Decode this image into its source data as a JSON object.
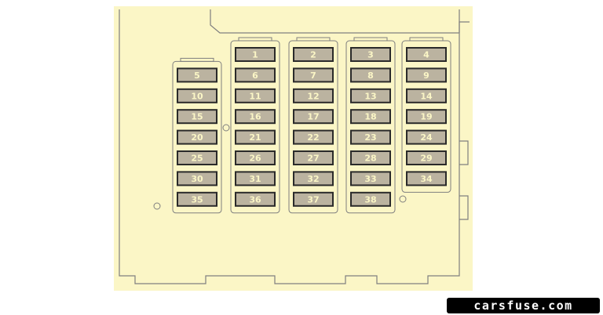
{
  "diagram": {
    "title": "",
    "background_color": "#fbf6c6",
    "line_color": "#7f7f7f",
    "fuse_fill_color": "#bbb3a0",
    "fuse_label_color": "#fbf6c6",
    "columns": [
      {
        "fuses": [
          "5",
          "10",
          "15",
          "20",
          "25",
          "30",
          "35"
        ]
      },
      {
        "fuses": [
          "1",
          "6",
          "11",
          "16",
          "21",
          "26",
          "31",
          "36"
        ]
      },
      {
        "fuses": [
          "2",
          "7",
          "12",
          "17",
          "22",
          "27",
          "32",
          "37"
        ]
      },
      {
        "fuses": [
          "3",
          "8",
          "13",
          "18",
          "23",
          "28",
          "33",
          "38"
        ]
      },
      {
        "fuses": [
          "4",
          "9",
          "14",
          "19",
          "24",
          "29",
          "34"
        ]
      }
    ]
  },
  "watermark": {
    "text": "carsfuse.com"
  }
}
